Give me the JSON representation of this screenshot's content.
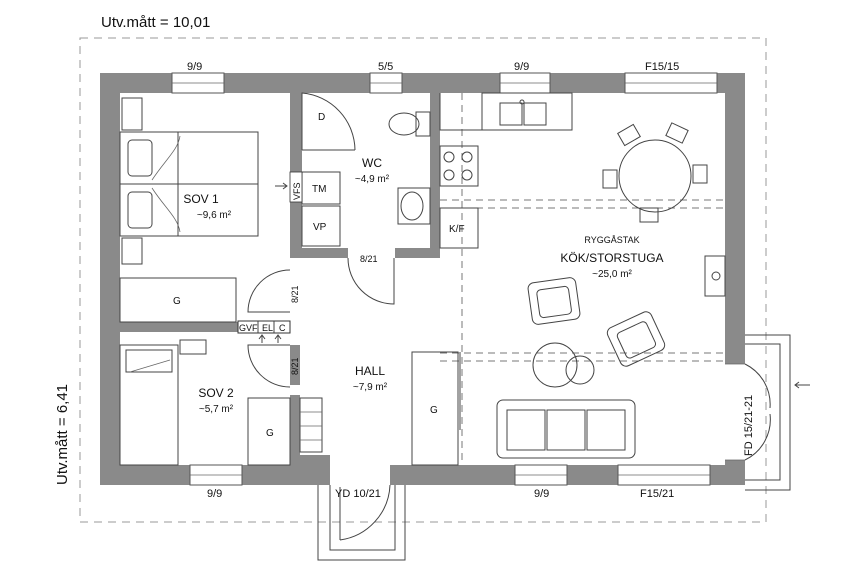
{
  "dimensions": {
    "width_label": "Utv.mått = 10,01",
    "height_label": "Utv.mått = 6,41"
  },
  "rooms": {
    "sov1": {
      "name": "SOV 1",
      "area": "~9,6 m²"
    },
    "wc": {
      "name": "WC",
      "area": "~4,9 m²"
    },
    "kok": {
      "name": "KÖK/STORSTUGA",
      "area": "~25,0 m²",
      "note": "RYGGÅSTAK"
    },
    "hall": {
      "name": "HALL",
      "area": "~7,9 m²"
    },
    "sov2": {
      "name": "SOV 2",
      "area": "~5,7 m²"
    }
  },
  "windows": {
    "top_sov1": "9/9",
    "top_wc": "5/5",
    "top_kitchen": "9/9",
    "top_door": "F15/15",
    "bottom_sov2": "9/9",
    "bottom_entry": "YD 10/21",
    "bottom_living": "9/9",
    "bottom_door": "F15/21",
    "right_door": "FD 15/21-21"
  },
  "doors": {
    "wc": "8/21",
    "sov1": "8/21",
    "sov2": "8/21"
  },
  "fixtures": {
    "d": "D",
    "vfs": "VFS",
    "tm": "TM",
    "vp": "VP",
    "kf": "K/F",
    "g_sov1": "G",
    "g_sov2": "G",
    "g_hall": "G",
    "gvf": "GVF",
    "el": "EL",
    "c": "C"
  }
}
